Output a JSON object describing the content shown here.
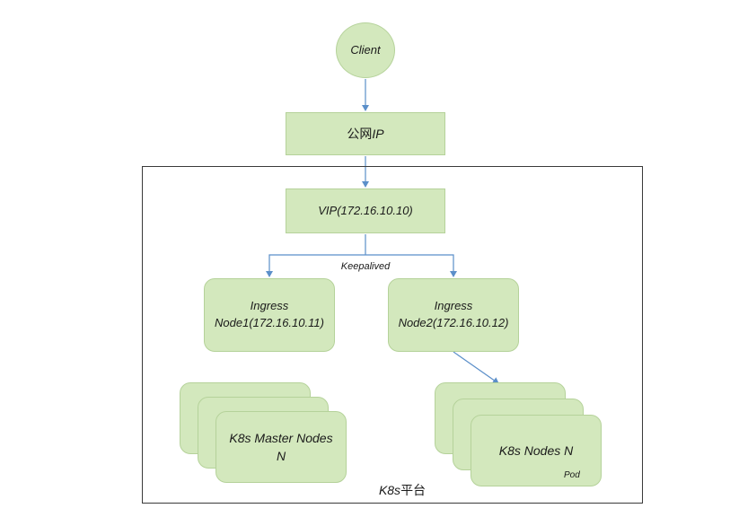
{
  "nodes": {
    "client": "Client",
    "public_ip_cjk": "公网",
    "public_ip_suffix": "IP",
    "vip": "VIP(172.16.10.10)",
    "keepalived": "Keepalived",
    "ingress1": {
      "line1": "Ingress",
      "line2": "Node1(172.16.10.11)"
    },
    "ingress2": {
      "line1": "Ingress",
      "line2": "Node2(172.16.10.12)"
    },
    "master_nodes": {
      "line1": "K8s Master Nodes",
      "line2": "N"
    },
    "worker_nodes": {
      "line1": "K8s Nodes N"
    },
    "pod": "Pod",
    "platform_prefix": "K8s",
    "platform_cjk": "平台"
  },
  "colors": {
    "box_fill": "#d3e8bd",
    "box_border": "#b5d29a",
    "arrow": "#5b8fc9",
    "frame": "#3a3a3a"
  }
}
